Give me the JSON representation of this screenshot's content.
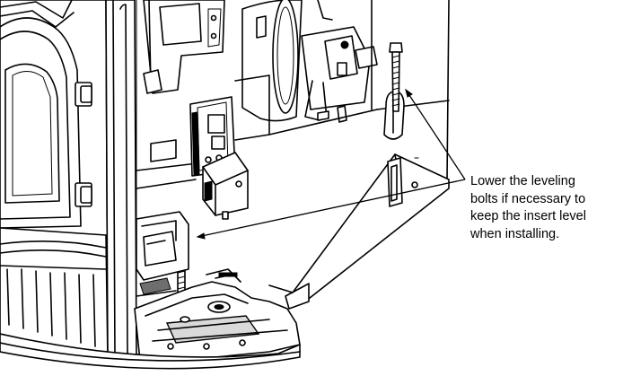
{
  "callout": {
    "lines": [
      "Lower the leveling",
      "bolts if necessary to",
      "keep the insert level",
      "when installing."
    ]
  },
  "colors": {
    "line": "#000000",
    "background": "#ffffff",
    "shade": "#d9d9d9",
    "dark": "#6e6e6e"
  }
}
